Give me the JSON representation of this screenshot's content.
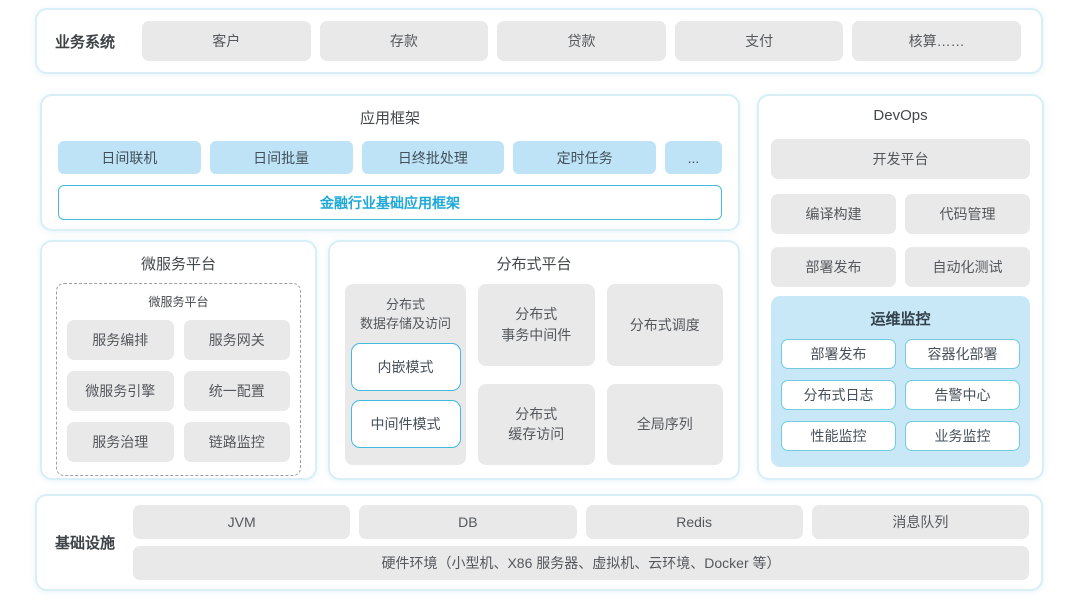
{
  "colors": {
    "accent_cyan": "#1fa9d6",
    "chip_blue": "#bfe3f6",
    "monitoring_panel_blue": "#c9e8f7",
    "box_gray": "#e9e9ea",
    "container_border": "#d9eef6"
  },
  "business": {
    "label": "业务系统",
    "items": [
      "客户",
      "存款",
      "贷款",
      "支付",
      "核算……"
    ]
  },
  "app_framework": {
    "title": "应用框架",
    "modules": [
      "日间联机",
      "日间批量",
      "日终批处理",
      "定时任务",
      "..."
    ],
    "base": "金融行业基础应用框架"
  },
  "devops": {
    "title": "DevOps",
    "platform": "开发平台",
    "tools": [
      "编译构建",
      "代码管理",
      "部署发布",
      "自动化测试"
    ],
    "monitoring": {
      "title": "运维监控",
      "items": [
        "部署发布",
        "容器化部署",
        "分布式日志",
        "告警中心",
        "性能监控",
        "业务监控"
      ]
    }
  },
  "micro": {
    "title": "微服务平台",
    "inner_title": "微服务平台",
    "items": [
      "服务编排",
      "服务网关",
      "微服务引擎",
      "统一配置",
      "服务治理",
      "链路监控"
    ]
  },
  "dist": {
    "title": "分布式平台",
    "storage": {
      "label": "分布式\n数据存储及访问",
      "modes": [
        "内嵌模式",
        "中间件模式"
      ]
    },
    "middle_column": [
      "分布式\n事务中间件",
      "分布式\n缓存访问"
    ],
    "right_column": [
      "分布式调度",
      "全局序列"
    ]
  },
  "infra": {
    "label": "基础设施",
    "items": [
      "JVM",
      "DB",
      "Redis",
      "消息队列"
    ],
    "hardware": "硬件环境（小型机、X86 服务器、虚拟机、云环境、Docker 等）"
  }
}
